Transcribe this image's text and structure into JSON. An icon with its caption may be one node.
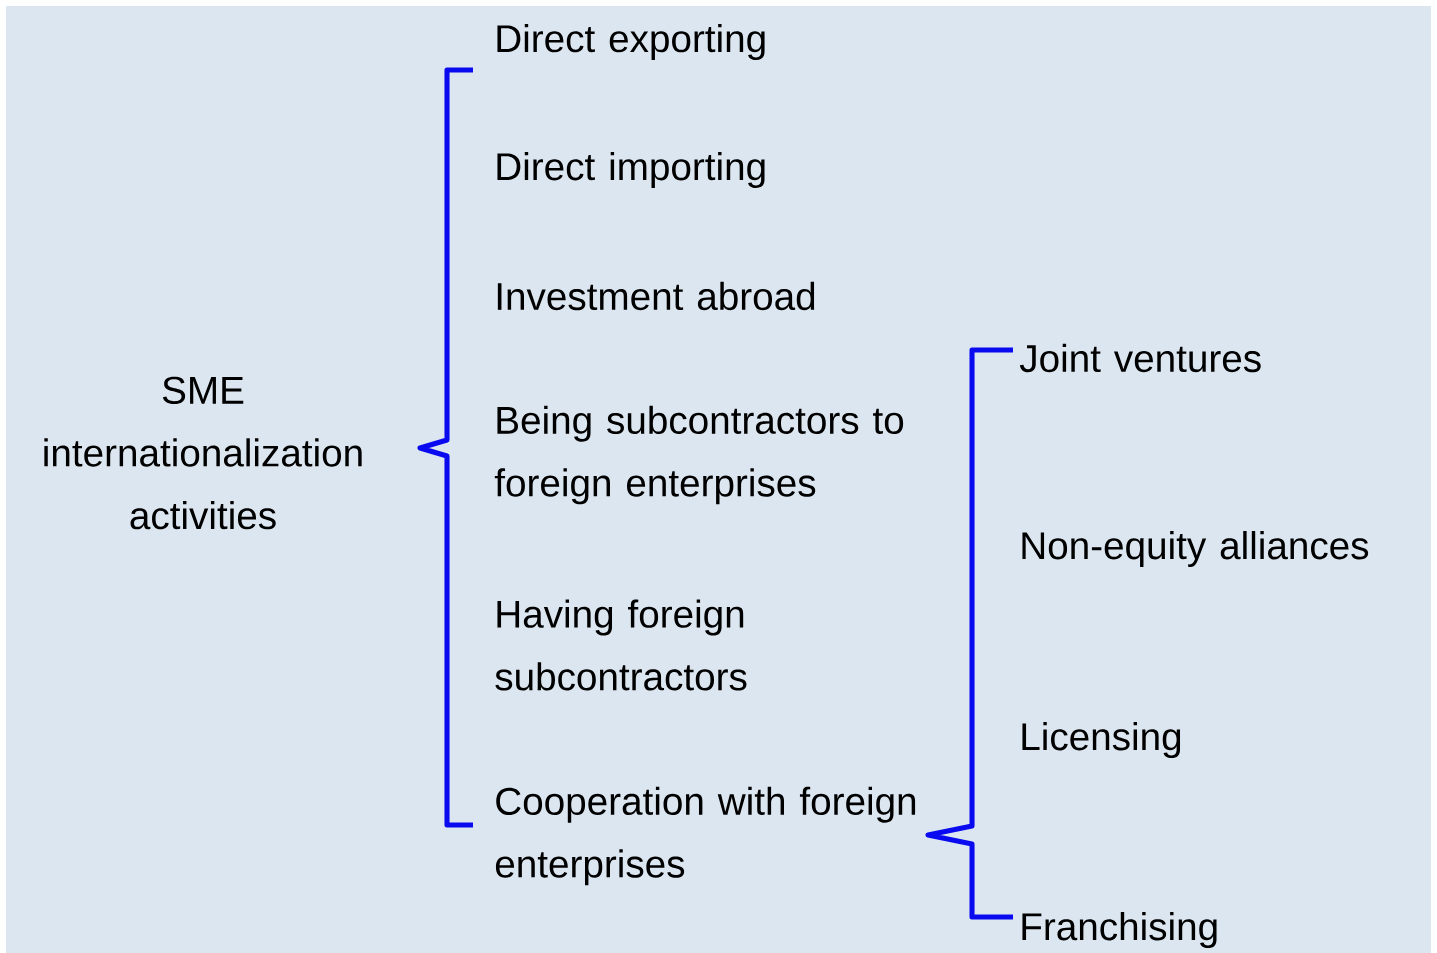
{
  "diagram": {
    "labels": [
      "SME internationalization activities",
      "Direct exporting",
      "Direct importing",
      "Investment abroad",
      "Being subcontractors to foreign enterprises",
      "Having foreign subcontractors",
      "Cooperation with foreign enterprises",
      "Joint ventures",
      "Non-equity alliances",
      "Licensing",
      "Franchising"
    ]
  }
}
